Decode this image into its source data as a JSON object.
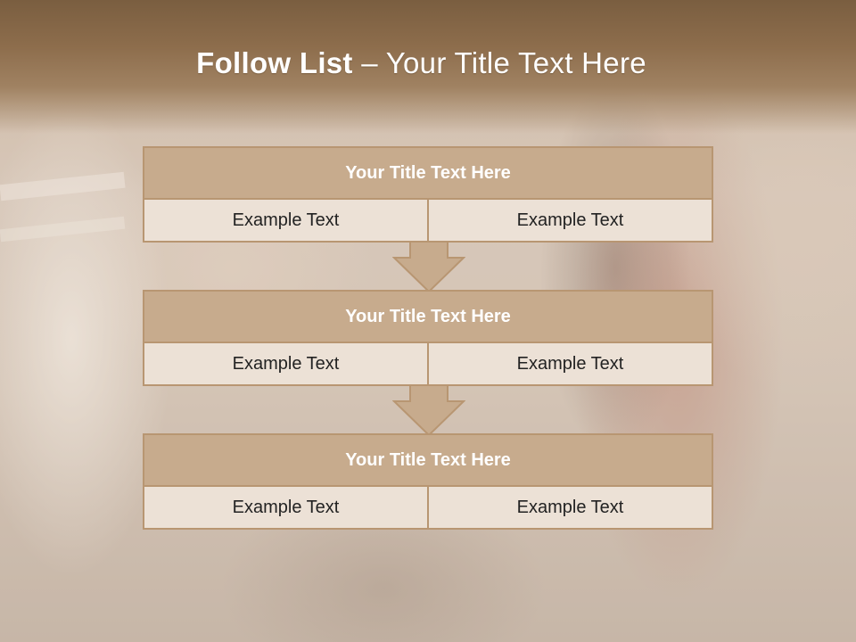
{
  "slide": {
    "title_bold": "Follow List",
    "title_rest": " – Your Title Text Here"
  },
  "blocks": [
    {
      "title": "Your Title Text Here",
      "cells": [
        "Example Text",
        "Example Text"
      ]
    },
    {
      "title": "Your Title Text Here",
      "cells": [
        "Example Text",
        "Example Text"
      ]
    },
    {
      "title": "Your Title Text Here",
      "cells": [
        "Example Text",
        "Example Text"
      ]
    }
  ],
  "colors": {
    "header": "#8d6d4c",
    "block_title_bg": "#c7ab8d",
    "block_row_bg": "#ece1d6",
    "border": "#b89672"
  }
}
